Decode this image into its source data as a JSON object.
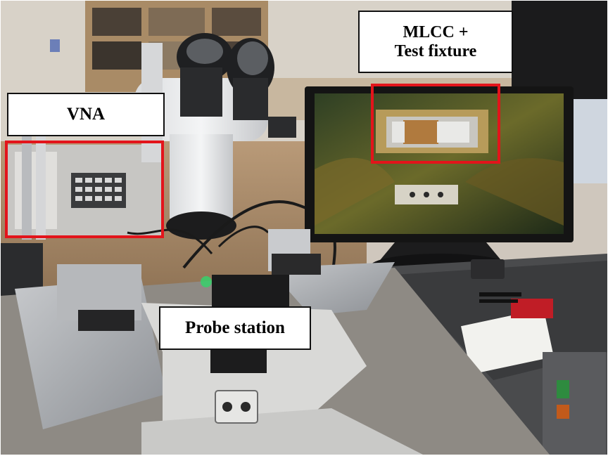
{
  "labels": {
    "vna": "VNA",
    "mlcc_line1": "MLCC +",
    "mlcc_line2": "Test fixture",
    "probe_station": "Probe station"
  },
  "colors": {
    "highlight": "#e3141b",
    "label_background": "#ffffff",
    "label_border": "#111111",
    "label_text": "#000000"
  }
}
